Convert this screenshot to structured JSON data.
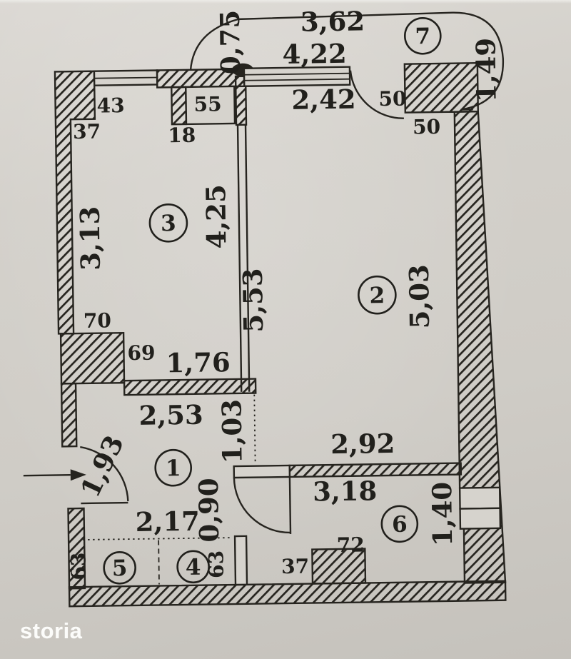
{
  "watermark": {
    "text": "storia"
  },
  "colors": {
    "paper": "#d3d0ca",
    "ink": "#21201c",
    "watermark": "#fcfcfa"
  },
  "fp": {
    "rooms": {
      "r1": "1",
      "r2": "2",
      "r3": "3",
      "r4": "4",
      "r5": "5",
      "r6": "6",
      "r7": "7"
    },
    "dims": {
      "balcony_width": "3,62",
      "balcony_side": "0,75",
      "top_width": "4,22",
      "window_width": "2,42",
      "balcony_depth": "1,49",
      "wall50_upper": "50",
      "wall50_lower": "50",
      "wall43": "43",
      "wall37": "37",
      "wall55": "55",
      "wall18": "18",
      "room3_left_height": "3,13",
      "room3_right_height": "4,25",
      "step70": "70",
      "step69": "69",
      "room3_bottom": "1,76",
      "room2_left_height": "5,53",
      "room2_right_height": "5,03",
      "room1_top": "2,53",
      "opening_103": "1,03",
      "room2_bottom": "2,92",
      "entrance_width": "1,93",
      "room1_bottom": "2,17",
      "door_090": "0,90",
      "closet63_left": "63",
      "closet63_right": "63",
      "room6_width": "3,18",
      "step72": "72",
      "wall37_bottom": "37",
      "niche_height": "1,40"
    }
  }
}
